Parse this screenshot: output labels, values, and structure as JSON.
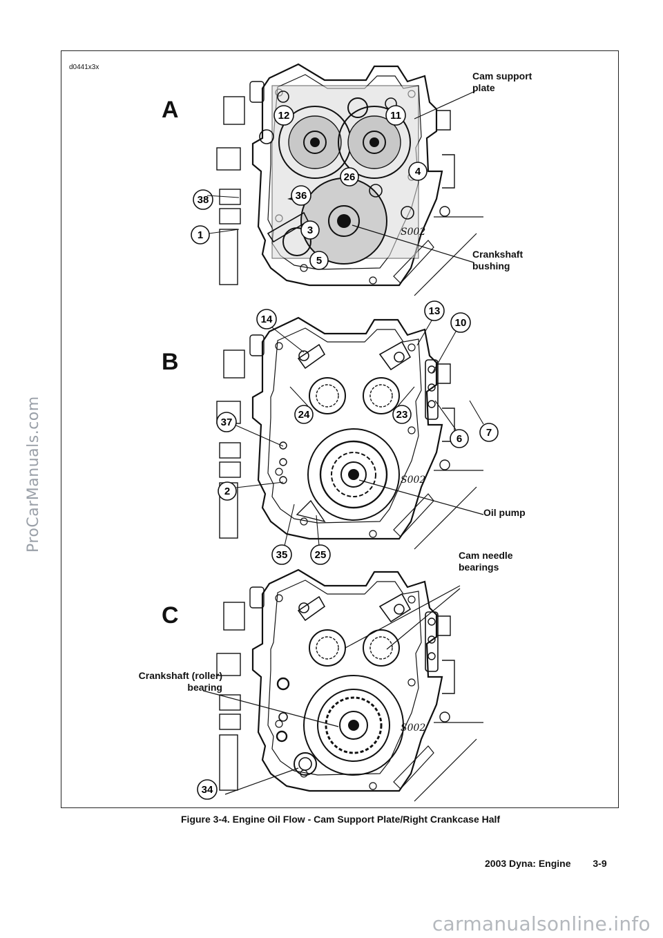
{
  "document": {
    "doc_id": "d0441x3x",
    "panels": {
      "a": "A",
      "b": "B",
      "c": "C"
    },
    "callouts": {
      "cam_support_plate": "Cam support\nplate",
      "crankshaft_bushing": "Crankshaft\nbushing",
      "oil_pump": "Oil pump",
      "cam_needle_bearings": "Cam needle\nbearings",
      "crankshaft_roller_bearing": "Crankshaft (roller)\nbearing"
    },
    "casting_marks": {
      "a": "S002",
      "b": "S002",
      "c": "S002"
    },
    "numbers_a": [
      "12",
      "11",
      "4",
      "26",
      "36",
      "38",
      "1",
      "3",
      "5"
    ],
    "numbers_b": [
      "14",
      "13",
      "10",
      "24",
      "23",
      "37",
      "7",
      "6",
      "2",
      "35",
      "25"
    ],
    "numbers_c": [
      "34"
    ],
    "caption": "Figure 3-4. Engine Oil Flow - Cam Support Plate/Right Crankcase Half",
    "footer_title": "2003 Dyna: Engine",
    "footer_page": "3-9"
  },
  "watermarks": {
    "side": "ProCarManuals.com",
    "bottom": "carmanualsonline.info"
  }
}
